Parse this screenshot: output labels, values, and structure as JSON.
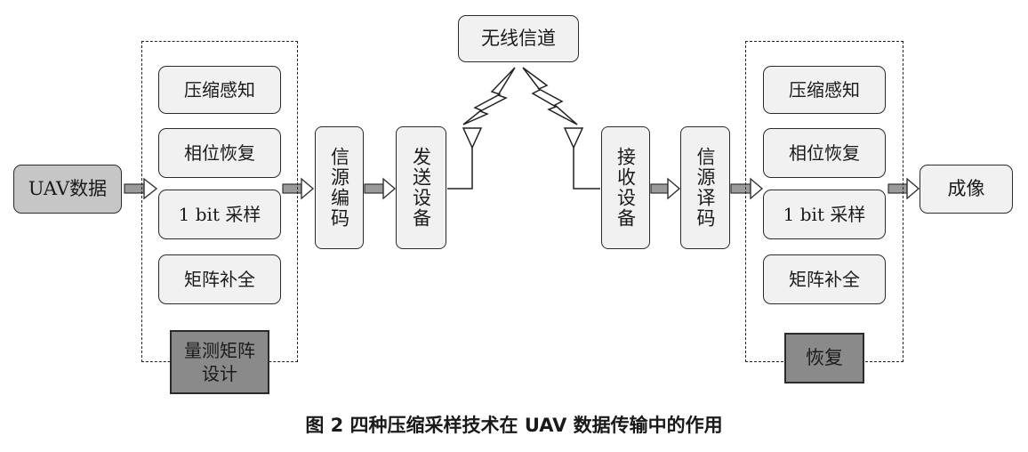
{
  "nodes": {
    "uav_data": "UAV数据",
    "cs_left": "压缩感知",
    "phase_left": "相位恢复",
    "onebit_left": "1 bit 采样",
    "matrix_left": "矩阵补全",
    "measure_design": "量测矩阵设计",
    "source_encode": "信源编码",
    "transmitter": "发送设备",
    "wireless_channel": "无线信道",
    "receiver": "接收设备",
    "source_decode": "信源译码",
    "cs_right": "压缩感知",
    "phase_right": "相位恢复",
    "onebit_right": "1 bit 采样",
    "matrix_right": "矩阵补全",
    "recovery": "恢复",
    "imaging": "成像"
  },
  "caption": "图 2    四种压缩采样技术在 UAV 数据传输中的作用"
}
